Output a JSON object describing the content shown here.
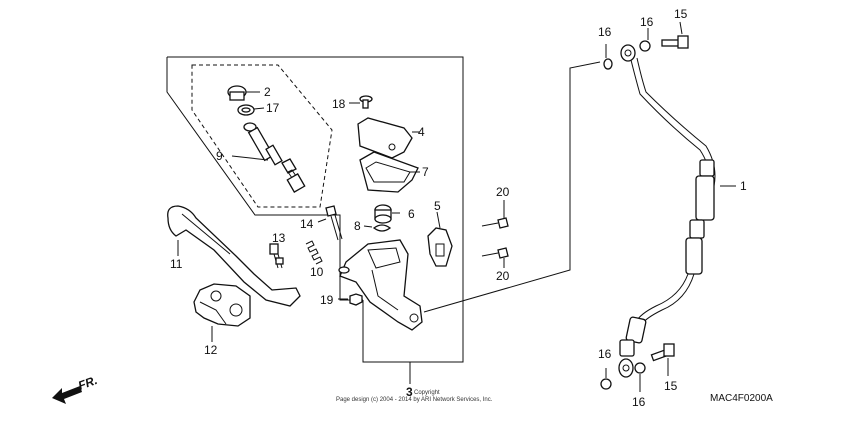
{
  "diagram": {
    "callouts": {
      "c1": "1",
      "c2": "2",
      "c3": "3",
      "c4": "4",
      "c5": "5",
      "c6": "6",
      "c7": "7",
      "c8": "8",
      "c9": "9",
      "c10": "10",
      "c11": "11",
      "c12": "12",
      "c13": "13",
      "c14": "14",
      "c15a": "15",
      "c15b": "15",
      "c16a": "16",
      "c16b": "16",
      "c16c": "16",
      "c16d": "16",
      "c17": "17",
      "c18": "18",
      "c19": "19",
      "c20a": "20",
      "c20b": "20"
    },
    "direction_label": "FR.",
    "copyright_word": "Copyright",
    "copyright_line": "Page design (c) 2004 - 2014 by ARI Network Services, Inc.",
    "diagram_code": "MAC4F0200A"
  }
}
